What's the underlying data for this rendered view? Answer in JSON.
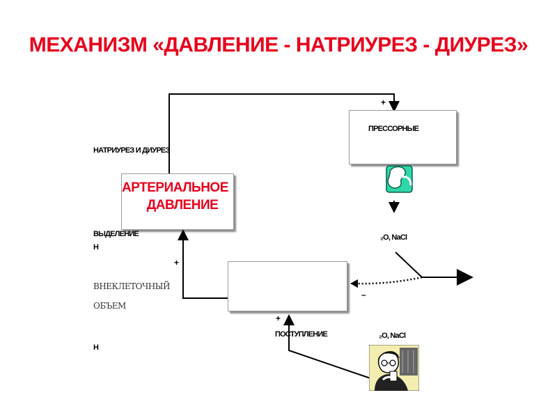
{
  "title": "МЕХАНИЗМ  «ДАВЛЕНИЕ - НАТРИУРЕЗ - ДИУРЕЗ»",
  "labels": {
    "natriurez": "НАТРИУРЕЗ И ДИУРЕЗ",
    "arterial_line1": "АРТЕРИАЛЬНОЕ",
    "arterial_line2": "ДАВЛЕНИЕ",
    "pressor": "ПРЕССОРНЫЕ",
    "vydelenie": "ВЫДЕЛЕНИЕ",
    "h1": "Н",
    "h2": "Н",
    "vnekletochny": "ВНЕКЛЕТОЧНЫЙ",
    "obem": "ОБЪЕМ",
    "postuplenie": "ПОСТУПЛЕНИЕ",
    "water_salt_out": "₂O, NaCl",
    "water_salt_in": "₂O, NaCl"
  },
  "signs": {
    "plus_top": "+",
    "plus_left": "+",
    "plus_bottom": "+",
    "minus_right": "–"
  },
  "colors": {
    "title": "#e8001c",
    "kidney": "#2fd7a8",
    "line": "#000000"
  },
  "icons": {
    "kidney": "kidney-icon",
    "person": "person-drinking-icon"
  }
}
